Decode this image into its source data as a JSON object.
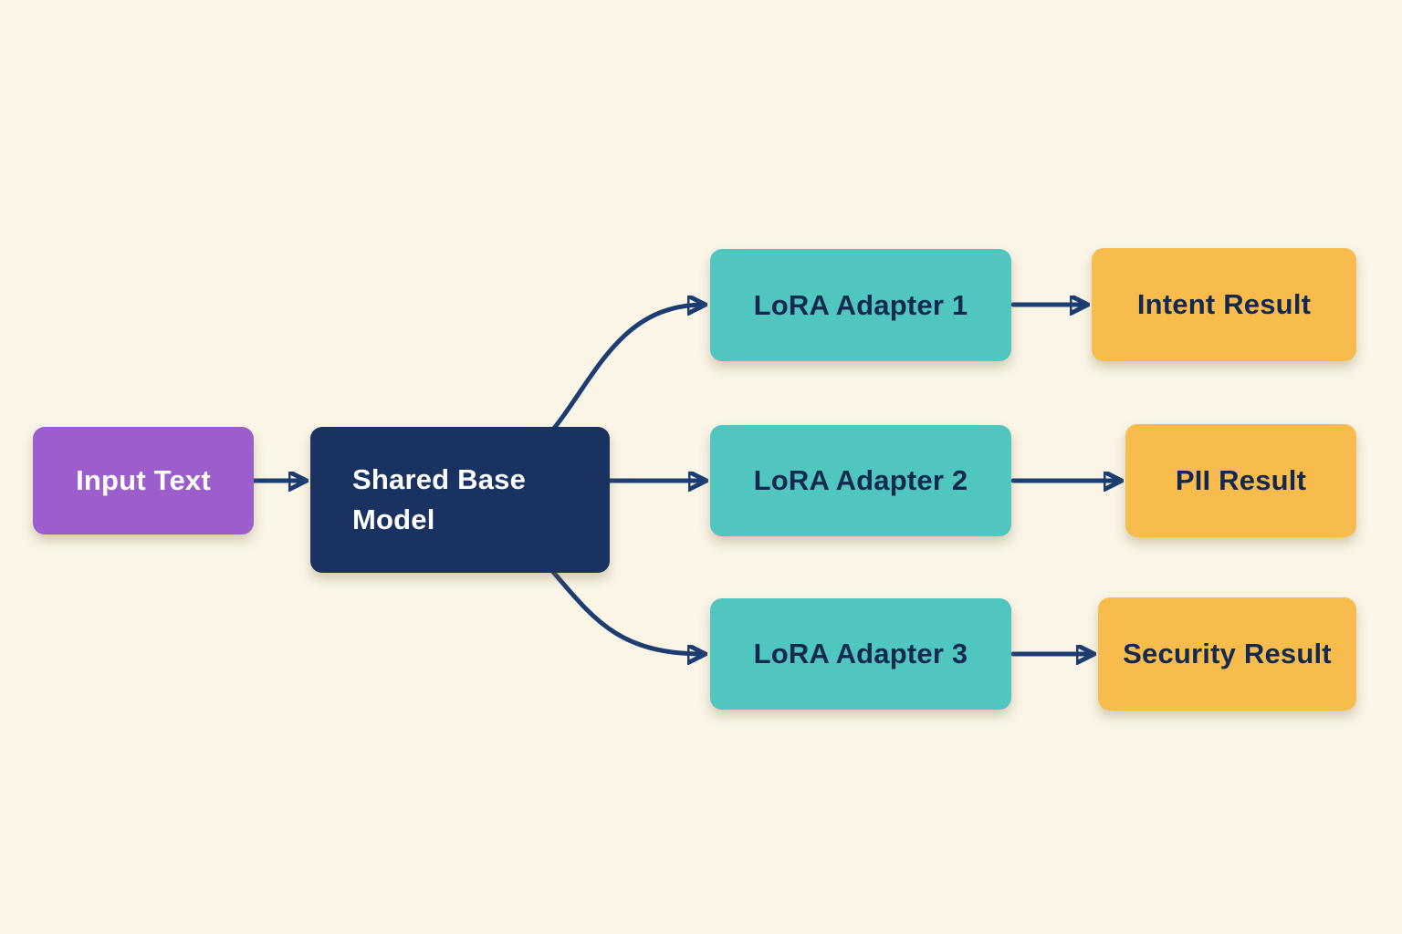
{
  "diagram": {
    "nodes": [
      {
        "id": "input-text",
        "label": "Input Text",
        "role": "input"
      },
      {
        "id": "shared-base-model",
        "label": "Shared Base Model",
        "role": "base-model"
      },
      {
        "id": "lora-adapter-1",
        "label": "LoRA Adapter 1",
        "role": "adapter"
      },
      {
        "id": "lora-adapter-2",
        "label": "LoRA Adapter 2",
        "role": "adapter"
      },
      {
        "id": "lora-adapter-3",
        "label": "LoRA Adapter 3",
        "role": "adapter"
      },
      {
        "id": "intent-result",
        "label": "Intent Result",
        "role": "result"
      },
      {
        "id": "pii-result",
        "label": "PII Result",
        "role": "result"
      },
      {
        "id": "security-result",
        "label": "Security Result",
        "role": "result"
      }
    ],
    "edges": [
      {
        "from": "input-text",
        "to": "shared-base-model"
      },
      {
        "from": "shared-base-model",
        "to": "lora-adapter-1"
      },
      {
        "from": "shared-base-model",
        "to": "lora-adapter-2"
      },
      {
        "from": "shared-base-model",
        "to": "lora-adapter-3"
      },
      {
        "from": "lora-adapter-1",
        "to": "intent-result"
      },
      {
        "from": "lora-adapter-2",
        "to": "pii-result"
      },
      {
        "from": "lora-adapter-3",
        "to": "security-result"
      }
    ],
    "colors": {
      "background": "#FAF5E7",
      "input_fill": "#9C5ECC",
      "base_fill": "#1A3260",
      "adapter_fill": "#4FC6BF",
      "result_fill": "#F8BC4D",
      "arrow": "#1C3D72",
      "text_light": "#FFFFFF",
      "text_dark": "#14294F"
    }
  }
}
